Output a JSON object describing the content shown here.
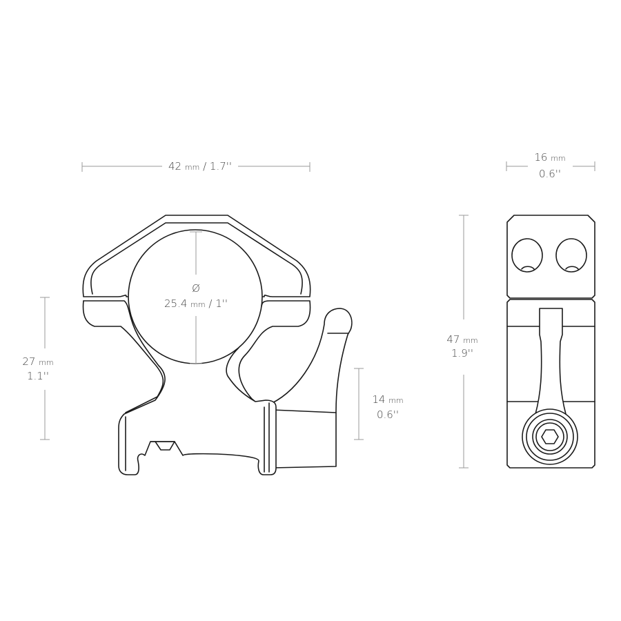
{
  "dimensions": {
    "width_front": {
      "value": "42",
      "unit": "mm",
      "imperial": "/ 1.7''"
    },
    "width_side": {
      "value": "16",
      "unit": "mm",
      "imperial": "0.6''"
    },
    "height_center": {
      "value": "27",
      "unit": "mm",
      "imperial": "1.1''"
    },
    "height_rail": {
      "value": "14",
      "unit": "mm",
      "imperial": "0.6''"
    },
    "height_total": {
      "value": "47",
      "unit": "mm",
      "imperial": "1.9''"
    },
    "ring_diameter": {
      "symbol": "Ø",
      "value": "25.4",
      "unit": "mm",
      "imperial": "/ 1''"
    }
  }
}
